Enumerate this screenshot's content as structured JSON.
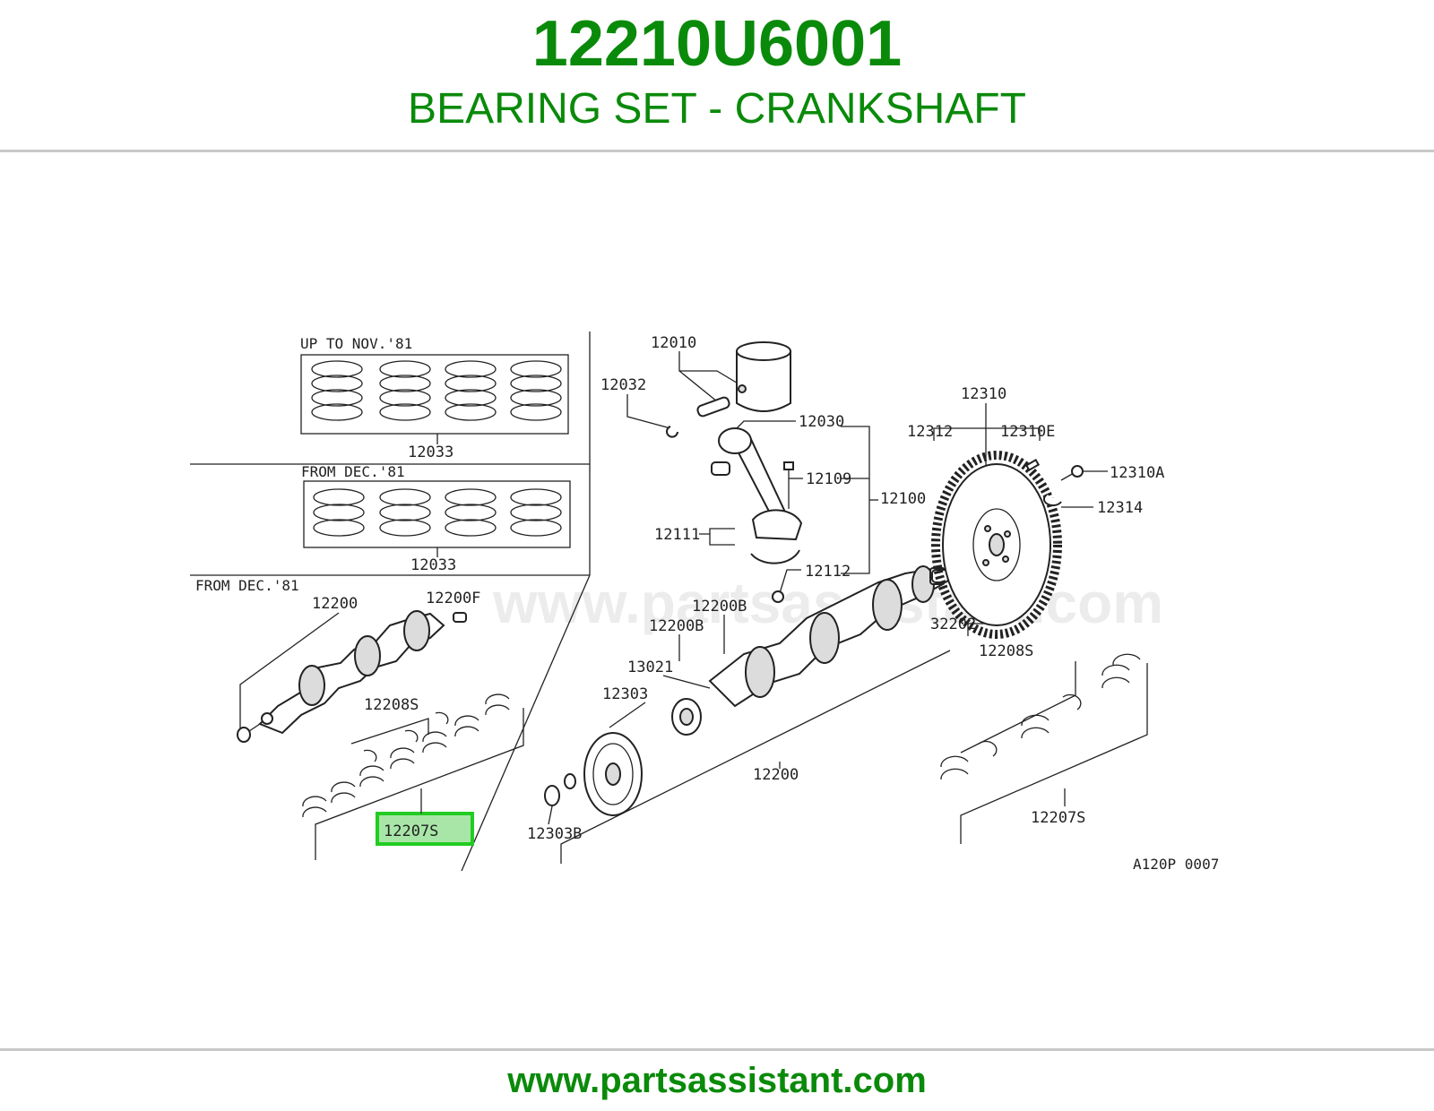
{
  "header": {
    "part_number": "12210U6001",
    "title": "BEARING SET - CRANKSHAFT"
  },
  "footer": {
    "url": "www.partsassistant.com"
  },
  "watermark": "www.partsassistant.com",
  "highlight_color": "#22cc22",
  "brand_color": "#0a8a0a",
  "diagram": {
    "captions": {
      "up_to_nov": "UP TO NOV.'81",
      "from_dec_1": "FROM DEC.'81",
      "from_dec_2": "FROM DEC.'81"
    },
    "labels": {
      "l12033a": "12033",
      "l12033b": "12033",
      "l12200": "12200",
      "l12200F": "12200F",
      "l12208S_left": "12208S",
      "l12207S_left": "12207S",
      "l12010": "12010",
      "l12032": "12032",
      "l12030": "12030",
      "l12109": "12109",
      "l12100": "12100",
      "l12111": "12111",
      "l12112": "12112",
      "l12200B_a": "12200B",
      "l12200B_b": "12200B",
      "l13021": "13021",
      "l12303": "12303",
      "l12303B": "12303B",
      "l12200_mid": "12200",
      "l32202": "32202",
      "l12310": "12310",
      "l12312": "12312",
      "l12310E": "12310E",
      "l12310A": "12310A",
      "l12314": "12314",
      "l12208S_right": "12208S",
      "l12207S_right": "12207S",
      "ref_code": "A120P 0007"
    }
  }
}
